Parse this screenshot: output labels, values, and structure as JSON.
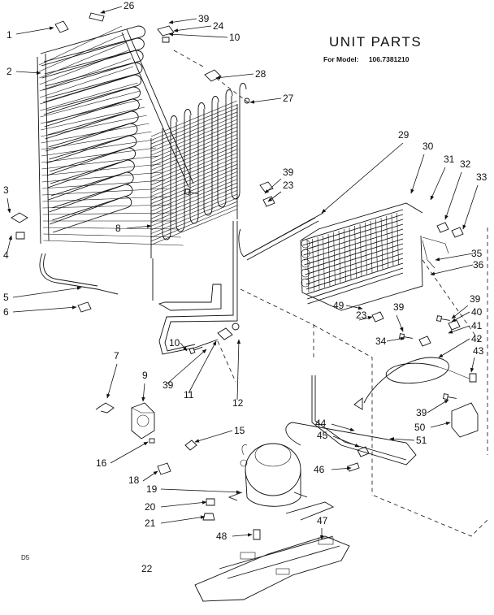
{
  "header": {
    "title": "UNIT PARTS",
    "model_label": "For Model:",
    "model_number": "106.7381210"
  },
  "corner_code": "D5",
  "callouts": [
    "1",
    "2",
    "3",
    "4",
    "5",
    "6",
    "7",
    "8",
    "9",
    "10",
    "11",
    "12",
    "15",
    "16",
    "18",
    "19",
    "20",
    "21",
    "22",
    "23",
    "24",
    "26",
    "27",
    "28",
    "29",
    "30",
    "31",
    "32",
    "33",
    "34",
    "35",
    "36",
    "39",
    "40",
    "41",
    "42",
    "43",
    "44",
    "45",
    "46",
    "47",
    "48",
    "49",
    "50",
    "51"
  ]
}
